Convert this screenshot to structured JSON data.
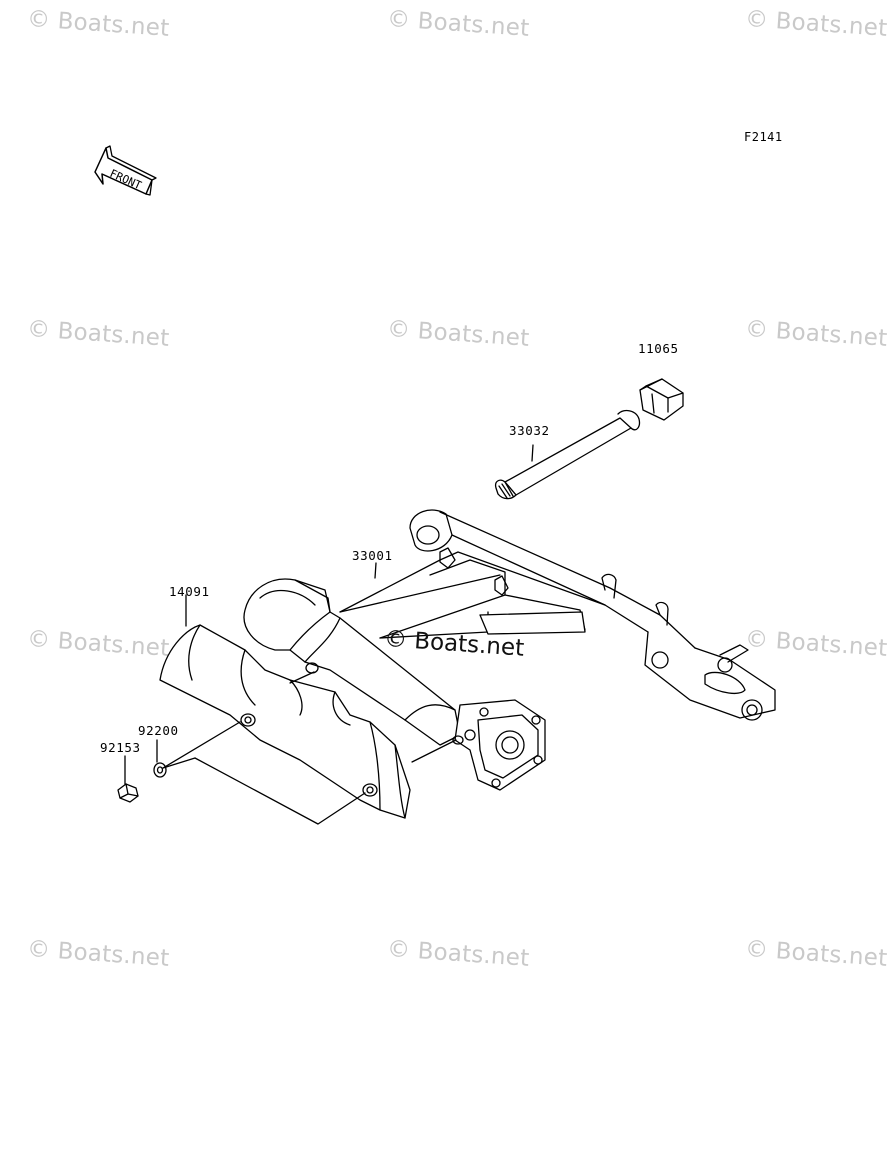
{
  "diagram": {
    "figure_code": "F2141",
    "front_arrow_label": "FRONT",
    "center_watermark": "© Boats.net",
    "watermark_text": "© Boats.net",
    "parts": [
      {
        "number": "11065"
      },
      {
        "number": "33032"
      },
      {
        "number": "33001"
      },
      {
        "number": "14091"
      },
      {
        "number": "92200"
      },
      {
        "number": "92153"
      }
    ]
  }
}
